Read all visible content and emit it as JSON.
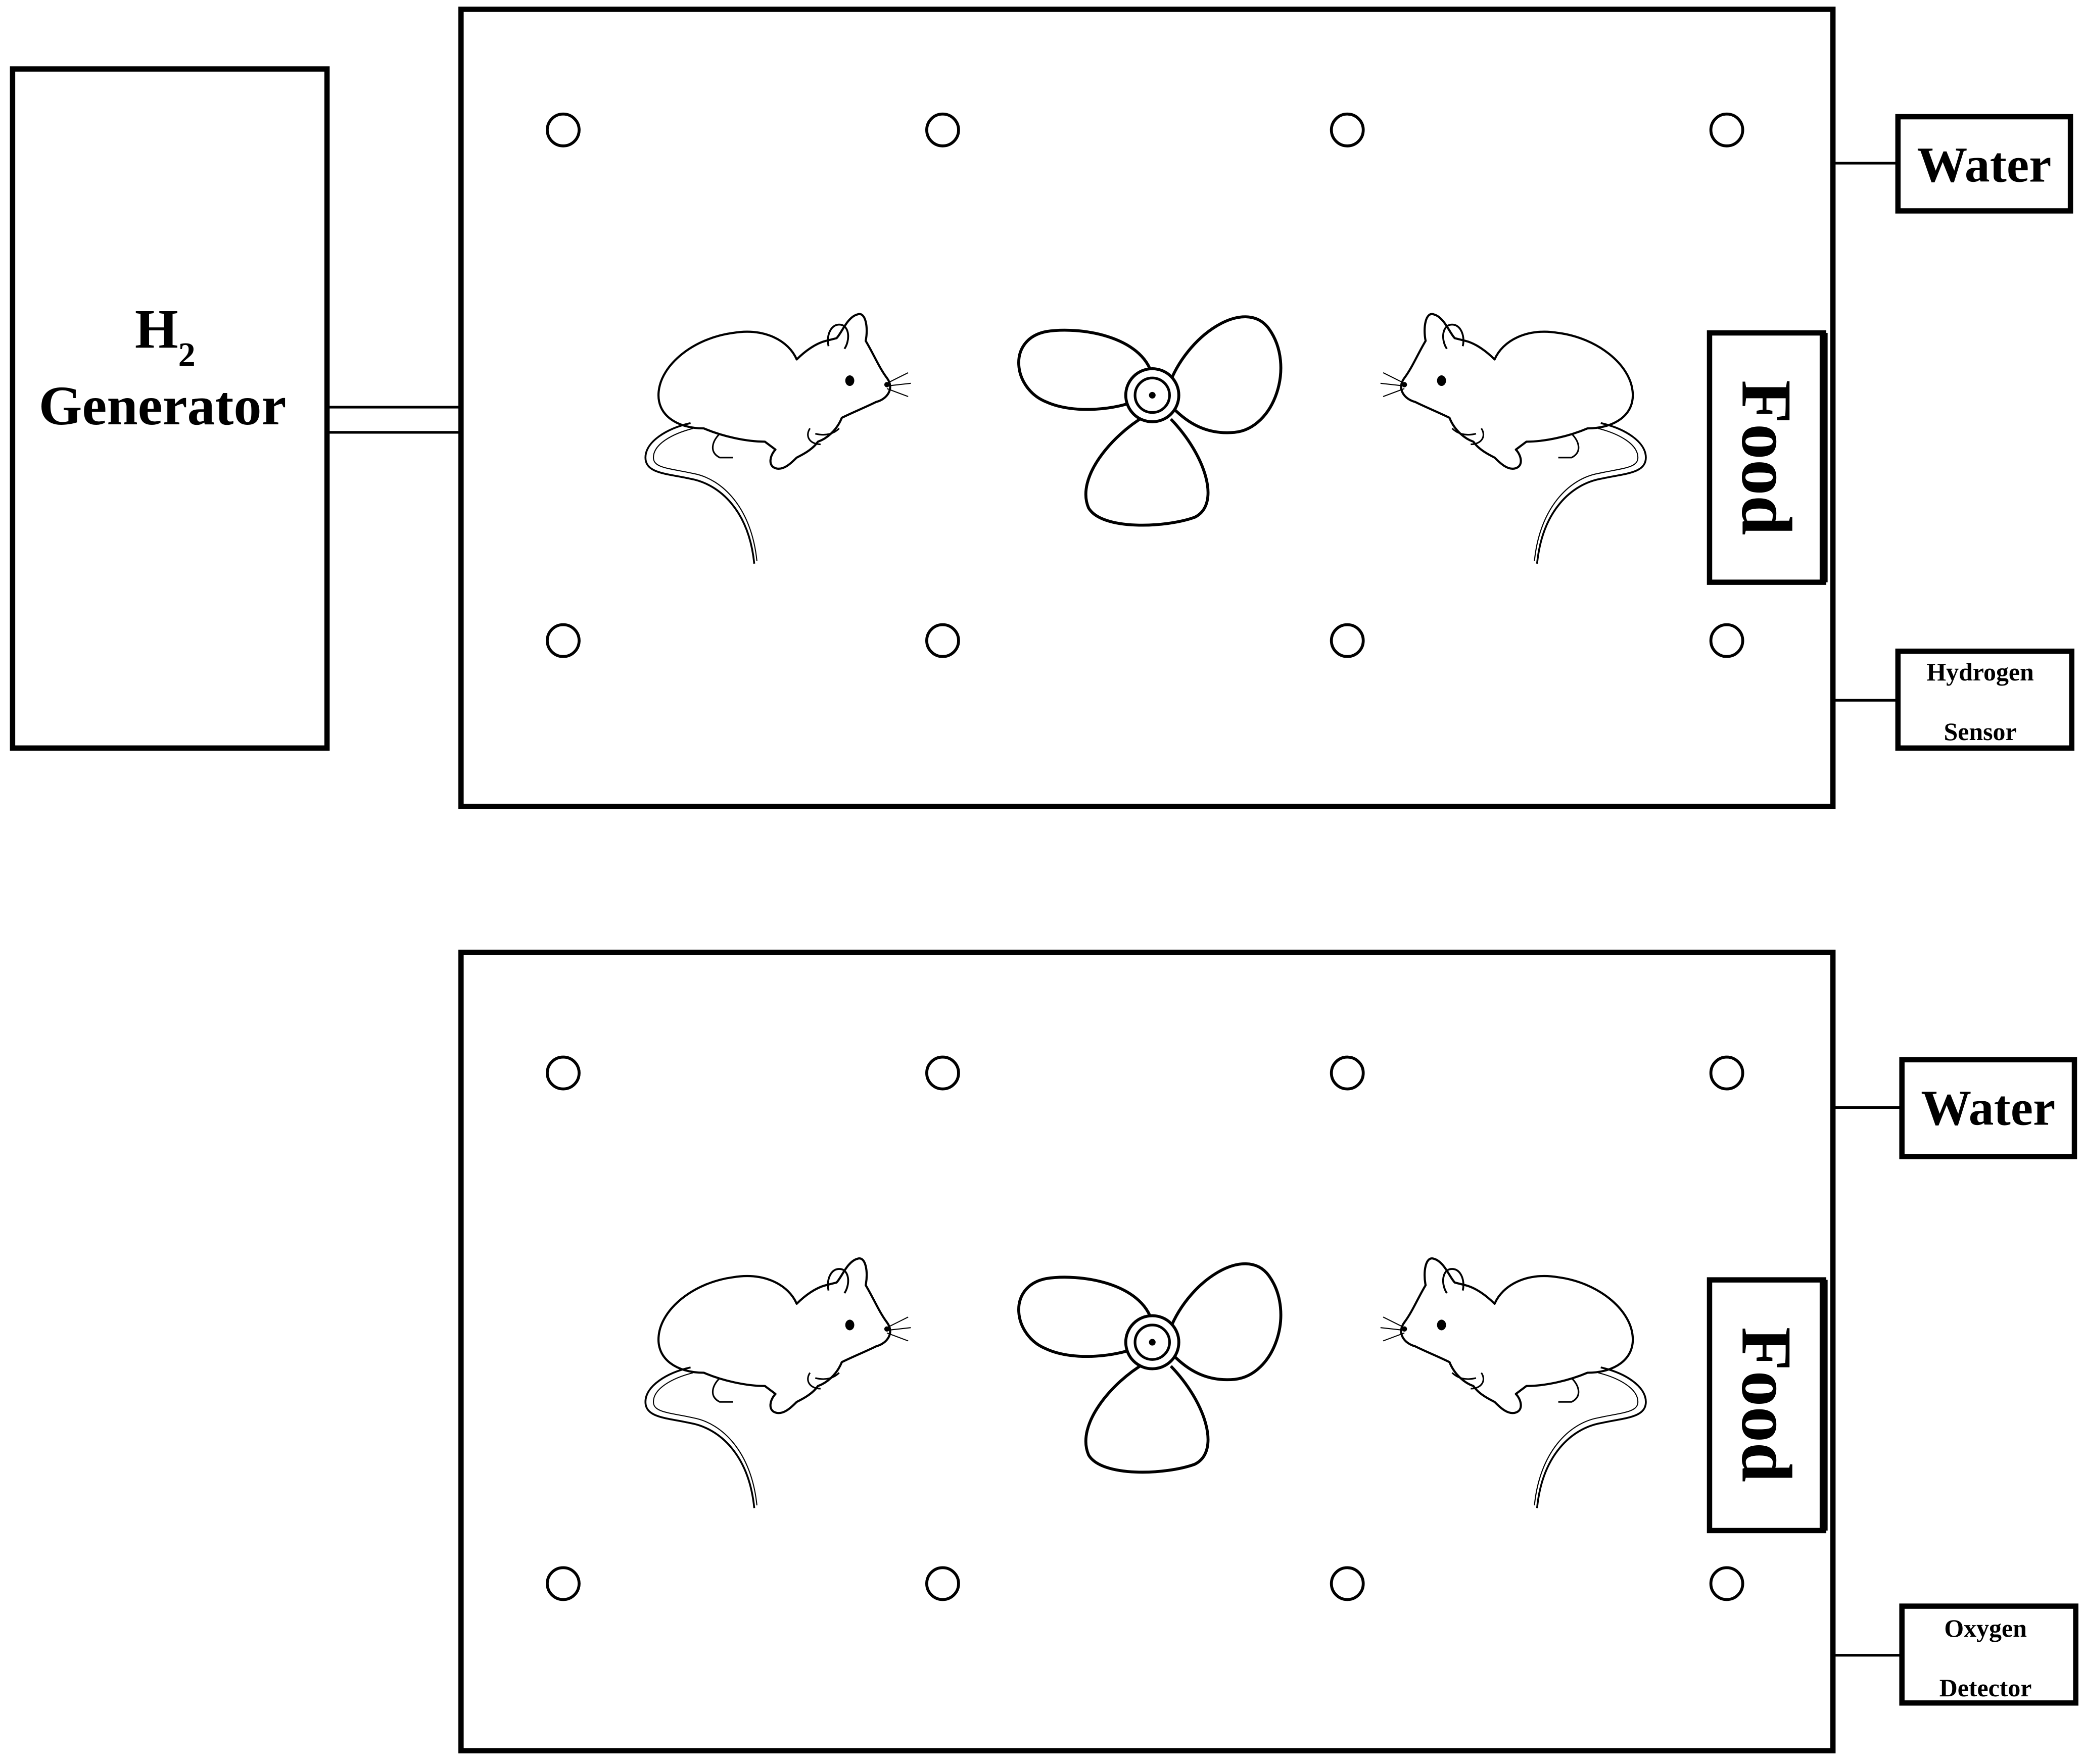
{
  "generator": {
    "label_main": "H",
    "label_sub": "2",
    "label_line2": "Generator"
  },
  "top_chamber": {
    "water_label": "Water",
    "food_label": "Food",
    "sensor_line1": "Hydrogen",
    "sensor_line2": "Sensor"
  },
  "bottom_chamber": {
    "water_label": "Water",
    "food_label": "Food",
    "sensor_line1": "Oxygen",
    "sensor_line2": "Detector"
  },
  "icons": [
    "mouse-icon",
    "fan-icon",
    "air-hole-icon"
  ],
  "colors": {
    "stroke": "#000000",
    "background": "#ffffff"
  }
}
